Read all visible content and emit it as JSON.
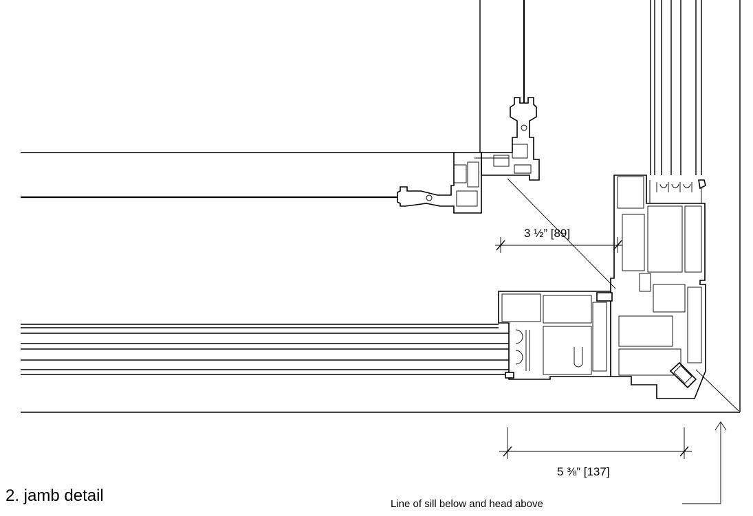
{
  "title": "2. jamb detail",
  "dimensions": {
    "upper": "3 ½” [89]",
    "lower": "5 ⅜” [137]"
  },
  "note": "Line of sill below and head above"
}
